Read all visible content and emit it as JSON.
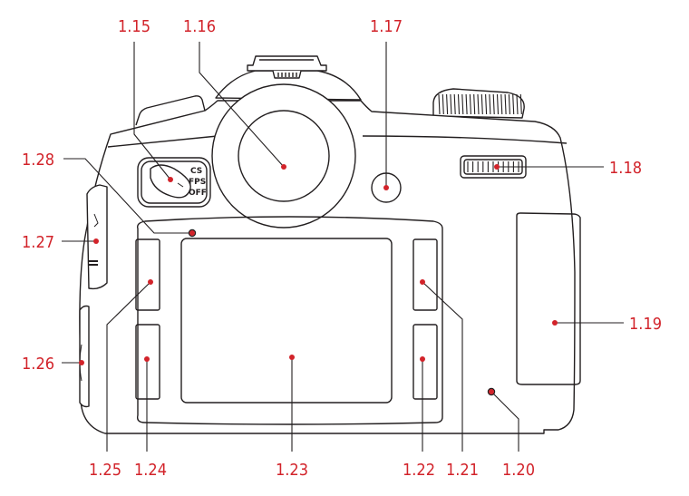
{
  "diagram": {
    "accent_color": "#d2232a",
    "line_color": "#231f20",
    "mode_dial": {
      "options": [
        "CS",
        "FPS",
        "OFF"
      ]
    },
    "callouts": [
      {
        "id": "c115",
        "label": "1.15"
      },
      {
        "id": "c116",
        "label": "1.16"
      },
      {
        "id": "c117",
        "label": "1.17"
      },
      {
        "id": "c118",
        "label": "1.18"
      },
      {
        "id": "c119",
        "label": "1.19"
      },
      {
        "id": "c120",
        "label": "1.20"
      },
      {
        "id": "c121",
        "label": "1.21"
      },
      {
        "id": "c122",
        "label": "1.22"
      },
      {
        "id": "c123",
        "label": "1.23"
      },
      {
        "id": "c124",
        "label": "1.24"
      },
      {
        "id": "c125",
        "label": "1.25"
      },
      {
        "id": "c126",
        "label": "1.26"
      },
      {
        "id": "c127",
        "label": "1.27"
      },
      {
        "id": "c128",
        "label": "1.28"
      }
    ]
  }
}
